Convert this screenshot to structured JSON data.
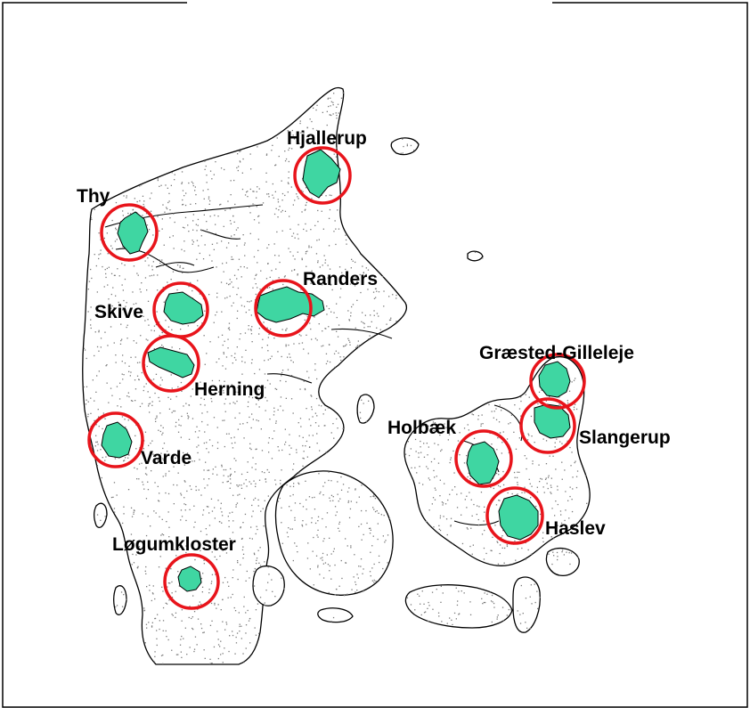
{
  "map": {
    "areas": [
      {
        "name": "Hjallerup"
      },
      {
        "name": "Thy"
      },
      {
        "name": "Randers"
      },
      {
        "name": "Skive"
      },
      {
        "name": "Herning"
      },
      {
        "name": "Græsted-Gilleleje"
      },
      {
        "name": "Slangerup"
      },
      {
        "name": "Holbæk"
      },
      {
        "name": "Varde"
      },
      {
        "name": "Haslev"
      },
      {
        "name": "Løgumkloster"
      }
    ],
    "colors": {
      "area_fill": "#3fd6a2",
      "circle": "#e8141b",
      "outline": "#000000",
      "dots": "#7a7a7a"
    }
  }
}
